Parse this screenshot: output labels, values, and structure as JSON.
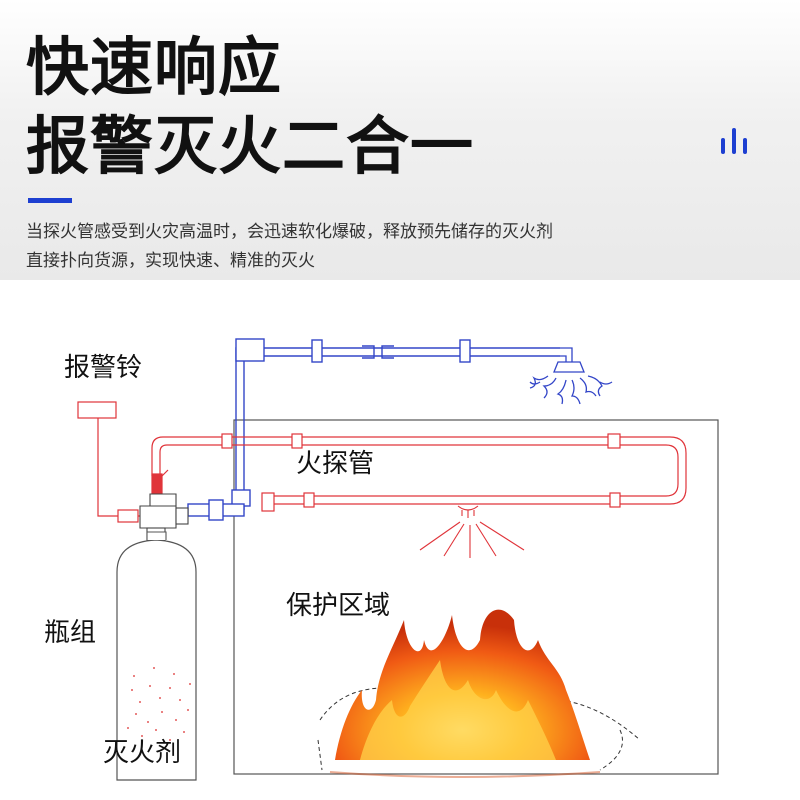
{
  "header": {
    "title_line1": "快速响应",
    "title_line2": "报警灭火二合一",
    "desc_line1": "当探火管感受到火灾高温时，会迅速软化爆破，释放预先储存的灭火剂",
    "desc_line2": "直接扑向货源，实现快速、精准的灭火"
  },
  "diagram": {
    "labels": {
      "alarm_bell": "报警铃",
      "fire_tube": "火探管",
      "protection_zone": "保护区域",
      "cylinder": "瓶组",
      "agent": "灭火剂"
    }
  },
  "colors": {
    "accent": "#1d3fd1",
    "fire_tube": "#e0343a",
    "pipe_blue": "#3346c8"
  },
  "icons": [
    "bars-icon",
    "flame-icon",
    "sprinkler-icon"
  ]
}
